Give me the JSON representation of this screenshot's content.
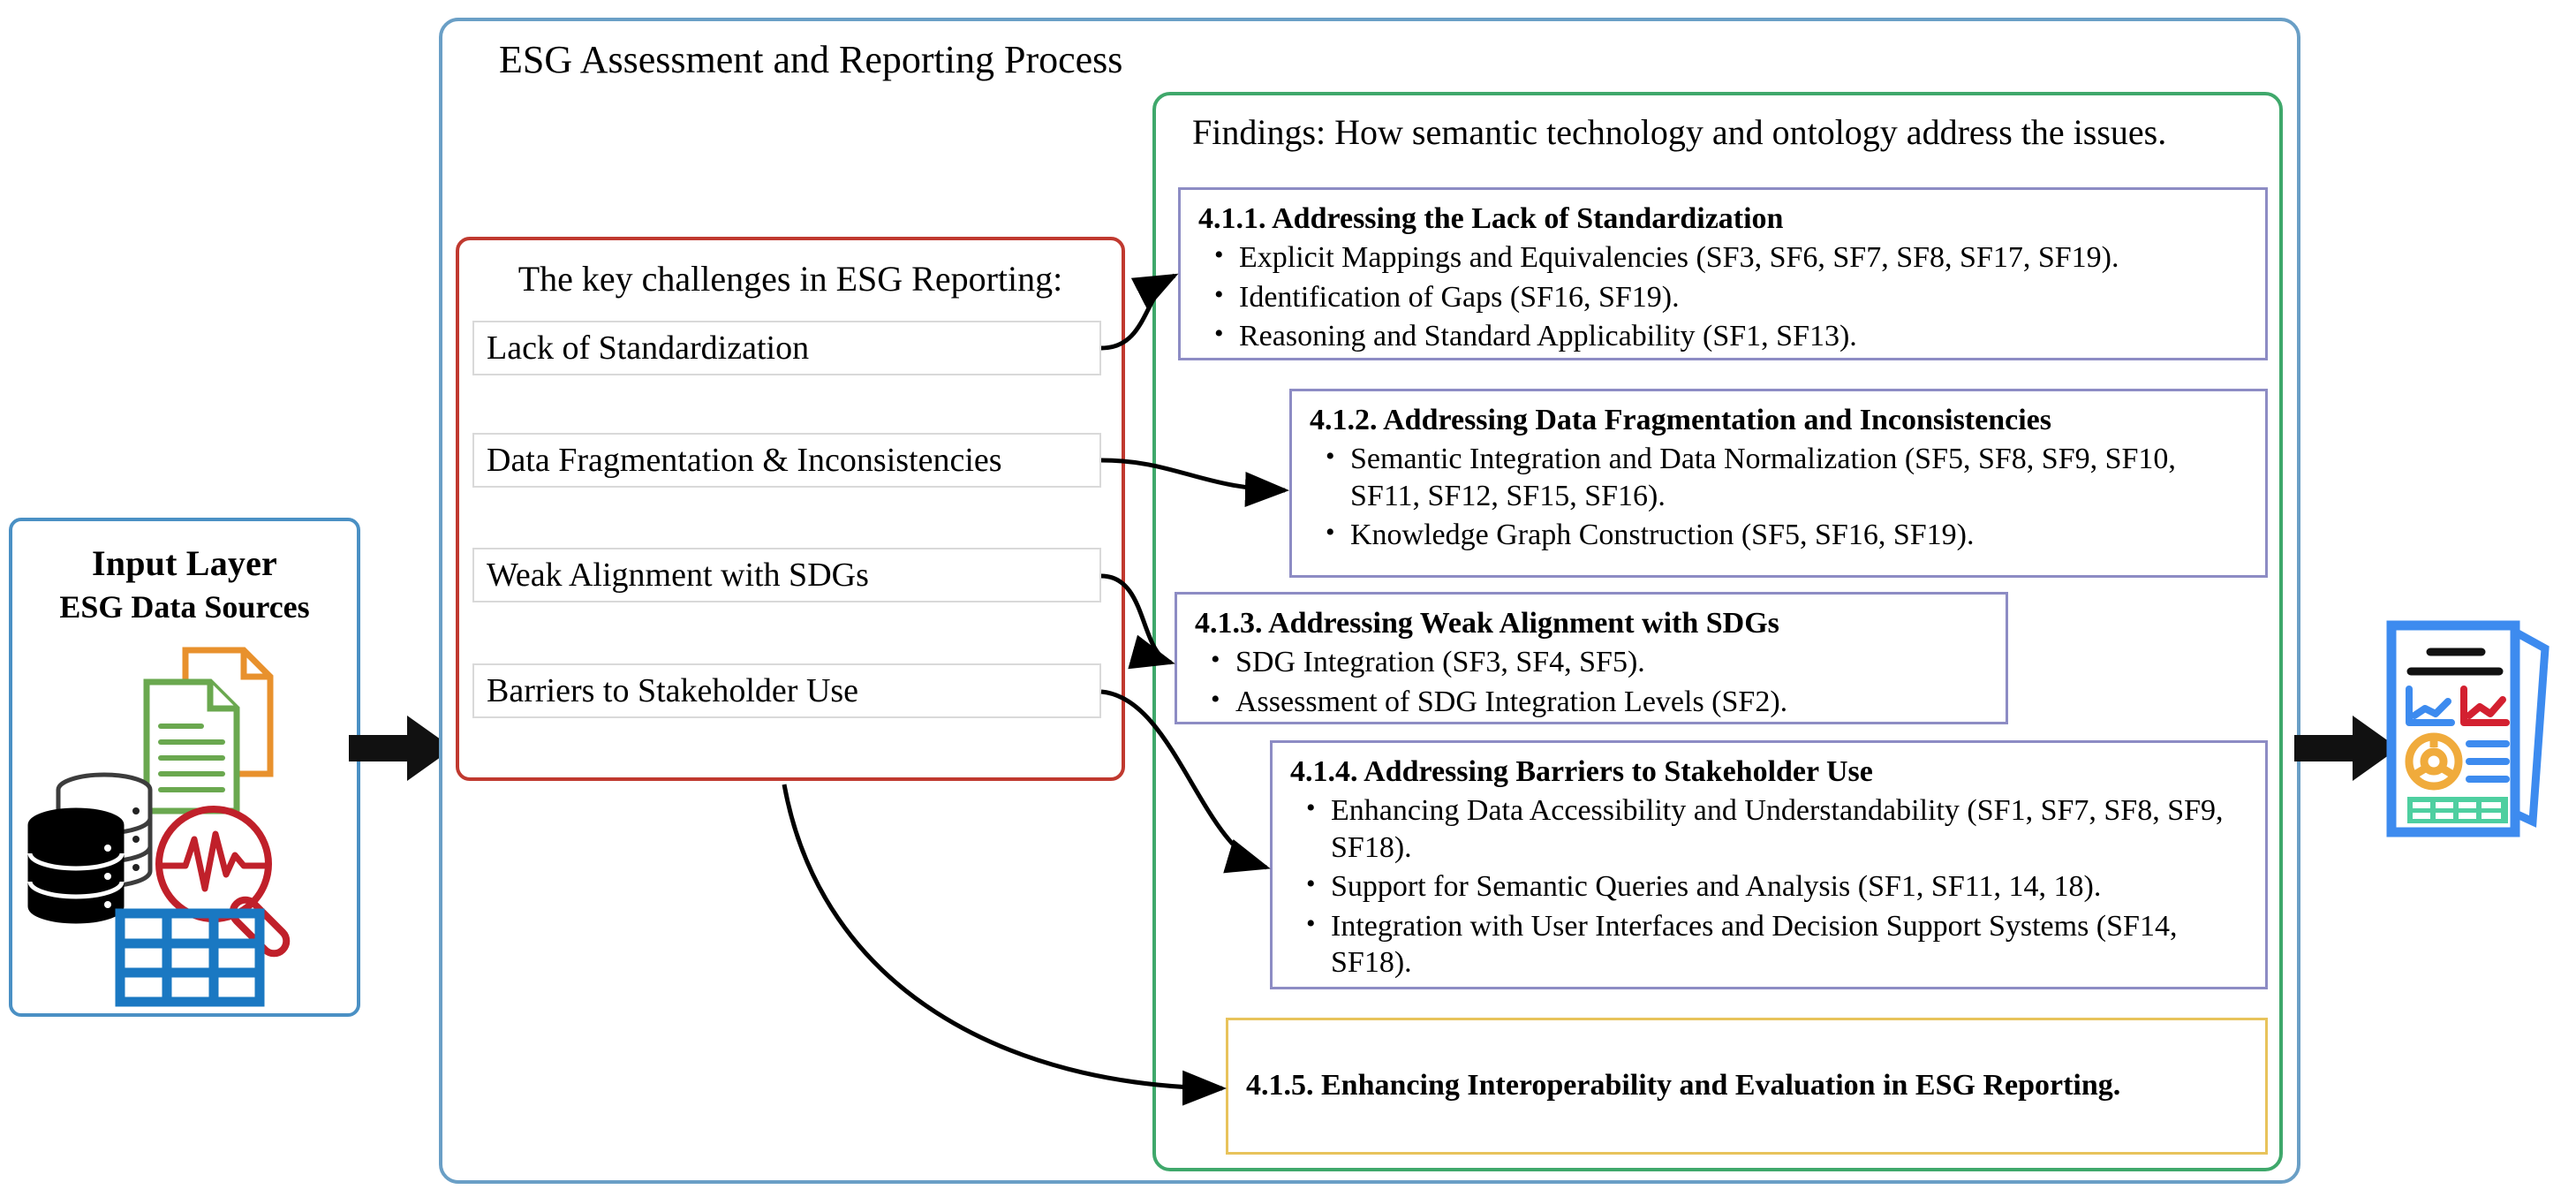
{
  "process": {
    "title": "ESG Assessment and Reporting Process",
    "frame_color": "#6a9fc6"
  },
  "input_panel": {
    "title": "Input Layer",
    "subtitle": "ESG Data Sources",
    "border_color": "#4a90c4",
    "icons": [
      {
        "name": "database-icon",
        "color": "#000000"
      },
      {
        "name": "documents-icon",
        "color": "#6aa84f"
      },
      {
        "name": "documents-back-icon",
        "color": "#e8912d"
      },
      {
        "name": "analytics-magnifier-icon",
        "color": "#c0202a"
      },
      {
        "name": "spreadsheet-table-icon",
        "color": "#1a78c2"
      }
    ]
  },
  "challenges": {
    "title": "The key challenges in ESG Reporting:",
    "border_color": "#c0392f",
    "items": [
      {
        "label": "Lack of Standardization"
      },
      {
        "label": "Data Fragmentation & Inconsistencies"
      },
      {
        "label": "Weak Alignment with SDGs"
      },
      {
        "label": "Barriers to Stakeholder Use"
      }
    ]
  },
  "findings": {
    "title": "Findings: How semantic technology and ontology address the issues.",
    "border_color": "#3fa86b",
    "box_border_color": "#8d8cc4",
    "highlight_border_color": "#e8c35b",
    "boxes": [
      {
        "heading": "4.1.1. Addressing the Lack of Standardization",
        "bullets": [
          "Explicit Mappings and Equivalencies (SF3, SF6, SF7, SF8, SF17, SF19).",
          "Identification of Gaps (SF16, SF19).",
          "Reasoning and Standard Applicability (SF1, SF13)."
        ]
      },
      {
        "heading": "4.1.2. Addressing Data Fragmentation and Inconsistencies",
        "bullets": [
          "Semantic Integration and Data Normalization (SF5, SF8, SF9, SF10, SF11, SF12, SF15, SF16).",
          "Knowledge Graph Construction (SF5, SF16, SF19)."
        ]
      },
      {
        "heading": "4.1.3. Addressing Weak Alignment with SDGs",
        "bullets": [
          "SDG Integration (SF3, SF4, SF5).",
          "Assessment of SDG Integration Levels (SF2)."
        ]
      },
      {
        "heading": "4.1.4. Addressing Barriers to Stakeholder Use",
        "bullets": [
          "Enhancing Data Accessibility and Understandability (SF1, SF7, SF8, SF9, SF18).",
          "Support for Semantic Queries and Analysis (SF1, SF11, 14, 18).",
          "Integration with User Interfaces and Decision Support Systems (SF14, SF18)."
        ]
      },
      {
        "heading": "4.1.5. Enhancing Interoperability and Evaluation in ESG Reporting.",
        "bullets": []
      }
    ]
  },
  "output": {
    "icon_name": "esg-report-document-icon",
    "colors": {
      "page": "#3d8bef",
      "chart_blue": "#3d8bef",
      "chart_red": "#d32030",
      "gauge": "#f0ab3c",
      "table": "#4ecfa0",
      "headline": "#111111"
    }
  },
  "connectors": {
    "arrow_color": "#000000",
    "block_arrow_color": "#111111"
  }
}
